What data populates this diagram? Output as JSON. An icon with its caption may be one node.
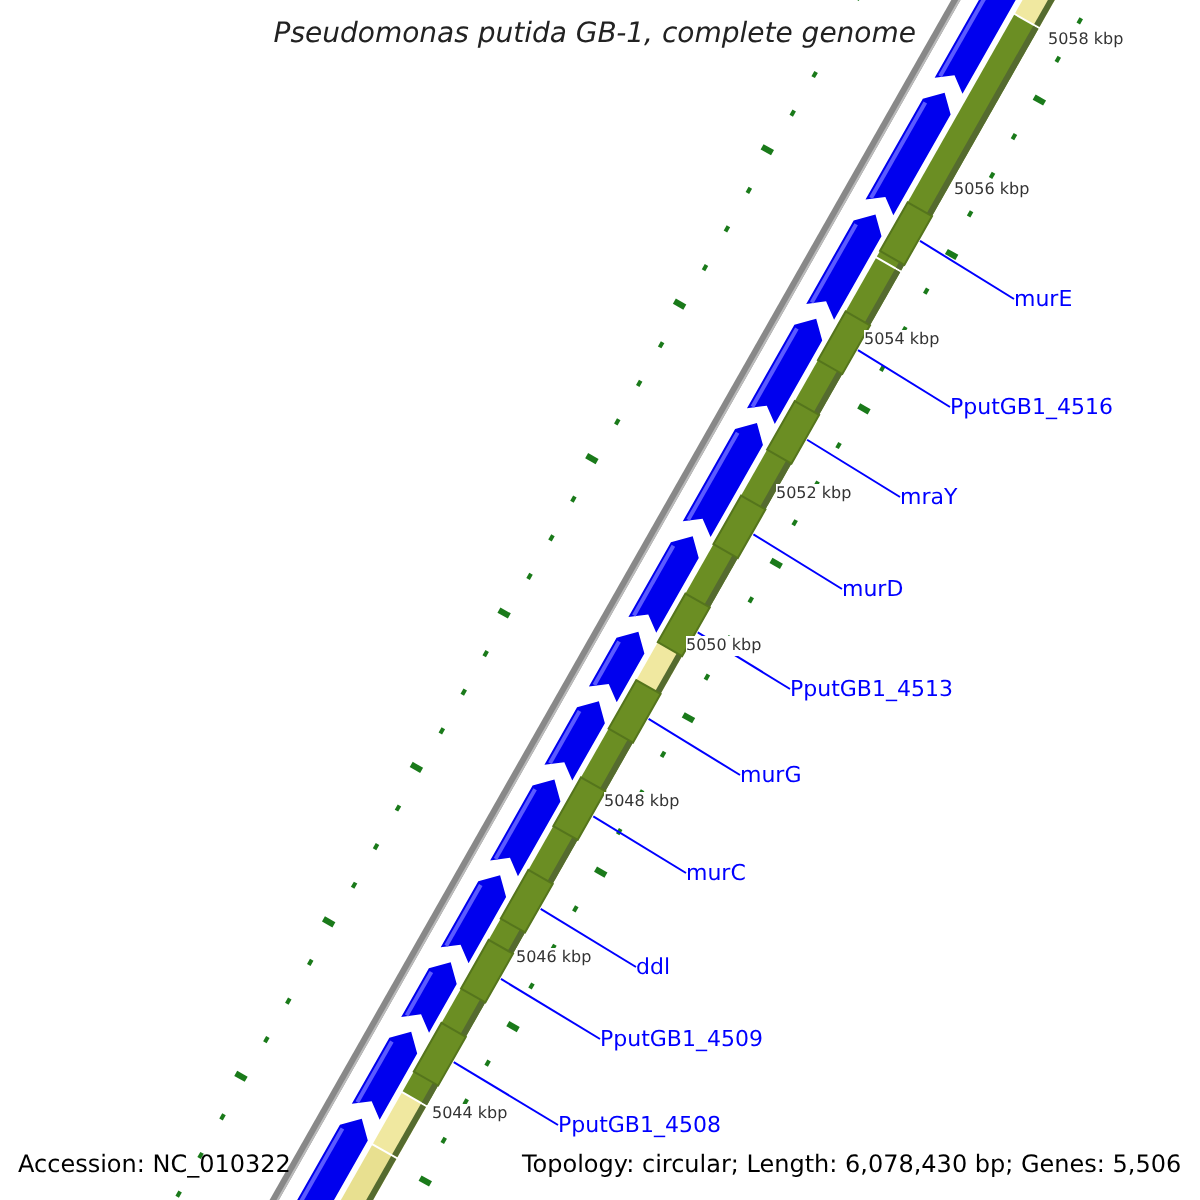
{
  "diagram": {
    "title": "Pseudomonas putida GB-1, complete genome",
    "nodes": [
      {
        "text": [
          "murE"
        ]
      },
      {
        "text": [
          "PputGB1_4516"
        ]
      },
      {
        "text": [
          "mraY"
        ]
      },
      {
        "text": [
          "murD"
        ]
      },
      {
        "text": [
          "PputGB1_4513"
        ]
      },
      {
        "text": [
          "murG"
        ]
      },
      {
        "text": [
          "murC"
        ]
      },
      {
        "text": [
          "ddl"
        ]
      },
      {
        "text": [
          "PputGB1_4509"
        ]
      },
      {
        "text": [
          "PputGB1_4508"
        ]
      },
      {
        "text": [],
        "shape": "bar"
      },
      {
        "text": [],
        "shape": "bar"
      },
      {
        "text": [],
        "shape": "bar"
      },
      {
        "text": [],
        "shape": "bar"
      },
      {
        "text": [],
        "shape": "bar"
      },
      {
        "text": [],
        "shape": "bar"
      },
      {
        "text": [],
        "shape": "bar"
      },
      {
        "text": [],
        "shape": "bar"
      },
      {
        "text": [],
        "shape": "bar"
      },
      {
        "text": [],
        "shape": "bar"
      }
    ],
    "edges": [
      {
        "from": 0,
        "to": 10,
        "arrow": "none"
      },
      {
        "from": 1,
        "to": 11,
        "arrow": "none"
      },
      {
        "from": 2,
        "to": 12,
        "arrow": "none"
      },
      {
        "from": 3,
        "to": 13,
        "arrow": "none"
      },
      {
        "from": 4,
        "to": 14,
        "arrow": "none"
      },
      {
        "from": 5,
        "to": 15,
        "arrow": "none"
      },
      {
        "from": 6,
        "to": 16,
        "arrow": "none"
      },
      {
        "from": 7,
        "to": 17,
        "arrow": "none"
      },
      {
        "from": 8,
        "to": 18,
        "arrow": "none"
      },
      {
        "from": 9,
        "to": 19,
        "arrow": "none"
      }
    ],
    "labels": [
      "5058 kbp",
      "5056 kbp",
      "5054 kbp",
      "5052 kbp",
      "5050 kbp",
      "5048 kbp",
      "5046 kbp",
      "5044 kbp",
      "Accession: NC_010322",
      "Topology: circular; Length: 6,078,430 bp; Genes: 5,506"
    ]
  }
}
